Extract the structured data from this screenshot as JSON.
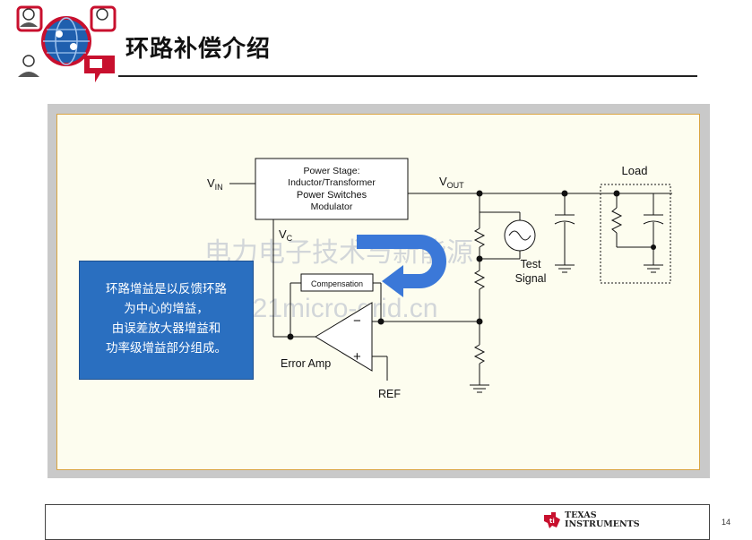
{
  "header": {
    "title": "环路补偿介绍"
  },
  "diagram": {
    "vin": {
      "main": "V",
      "sub": "IN"
    },
    "vout": {
      "main": "V",
      "sub": "OUT"
    },
    "vc": {
      "main": "V",
      "sub": "C"
    },
    "power_stage": [
      "Power Stage:",
      "Inductor/Transformer",
      "Power Switches",
      "Modulator"
    ],
    "load": "Load",
    "test_signal": [
      "Test",
      "Signal"
    ],
    "compensation": "Compensation",
    "error_amp": "Error Amp",
    "ref": "REF",
    "minus": "−",
    "plus": "+"
  },
  "watermark": {
    "line1": "电力电子技术与新能源",
    "line2": "www.21micro-grid.cn"
  },
  "callout": {
    "lines": [
      "环路增益是以反馈环路",
      "为中心的增益，",
      "由误差放大器增益和",
      "功率级增益部分组成。"
    ]
  },
  "footer": {
    "brand_line1": "TEXAS",
    "brand_line2": "INSTRUMENTS",
    "page_number": "14"
  },
  "colors": {
    "accent_red": "#c8102e",
    "loop_arrow": "#3b78d8",
    "callout_bg": "#2a6fc0",
    "panel_border": "#d9a441"
  }
}
